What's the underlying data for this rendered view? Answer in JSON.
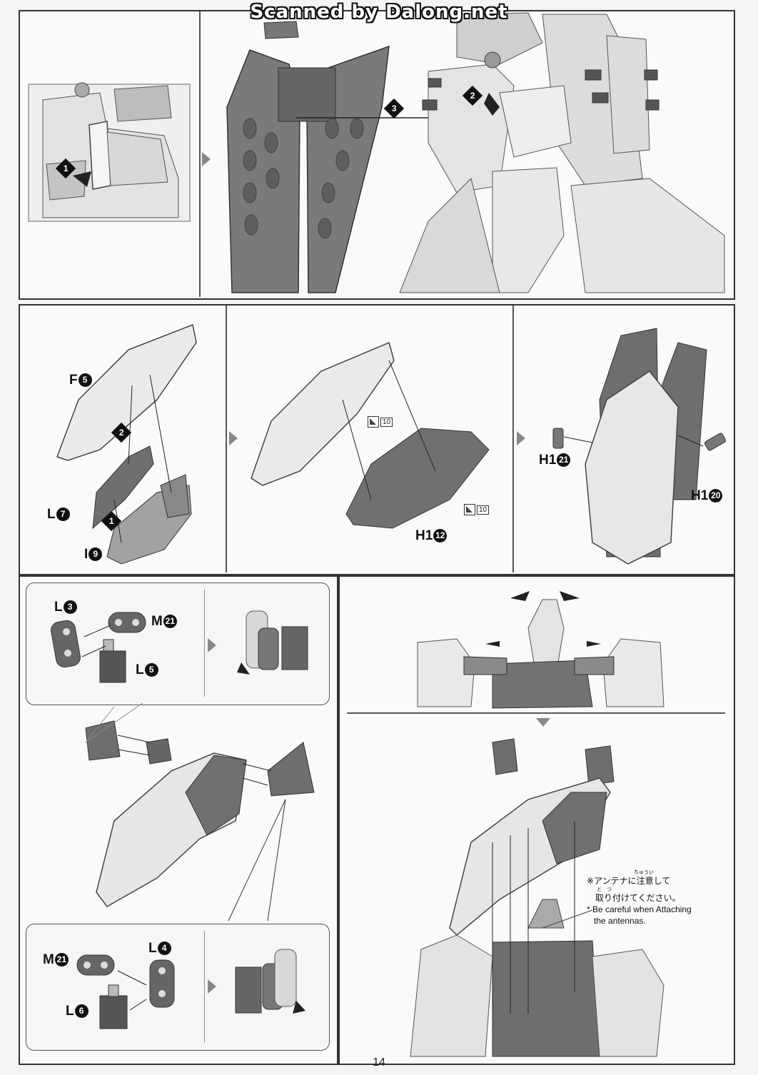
{
  "watermark": "Scanned by Dalong.net",
  "page_number": "14",
  "row1": {
    "steps": [
      "1",
      "2",
      "3"
    ]
  },
  "row2": {
    "labels": {
      "f5": "F",
      "f5_num": "5",
      "l7": "L",
      "l7_num": "7",
      "i9": "I",
      "i9_num": "9",
      "h12": "H1",
      "h12_num": "12",
      "h21": "H1",
      "h21_num": "21",
      "h20": "H1",
      "h20_num": "20"
    },
    "steps": [
      "2",
      "1"
    ],
    "sticker_tags": [
      "10",
      "10"
    ]
  },
  "row3": {
    "top_box": {
      "l3": "L",
      "l3_num": "3",
      "m21": "M",
      "m21_num": "21",
      "l5": "L",
      "l5_num": "5"
    },
    "bottom_box": {
      "m21": "M",
      "m21_num": "21",
      "l4": "L",
      "l4_num": "4",
      "l6": "L",
      "l6_num": "6"
    },
    "note": {
      "jp_line1": "※アンテナに注意して",
      "jp_line2": "取り付けてください。",
      "ruby1": "ちゅうい",
      "ruby2": "と　つ",
      "en_line1": "* Be careful when Attaching",
      "en_line2": "the antennas."
    }
  },
  "colors": {
    "frame": "#333333",
    "dark_part": "#6e6e6e",
    "light_part": "#e8e8e6",
    "mid_part": "#a8a8a6"
  }
}
